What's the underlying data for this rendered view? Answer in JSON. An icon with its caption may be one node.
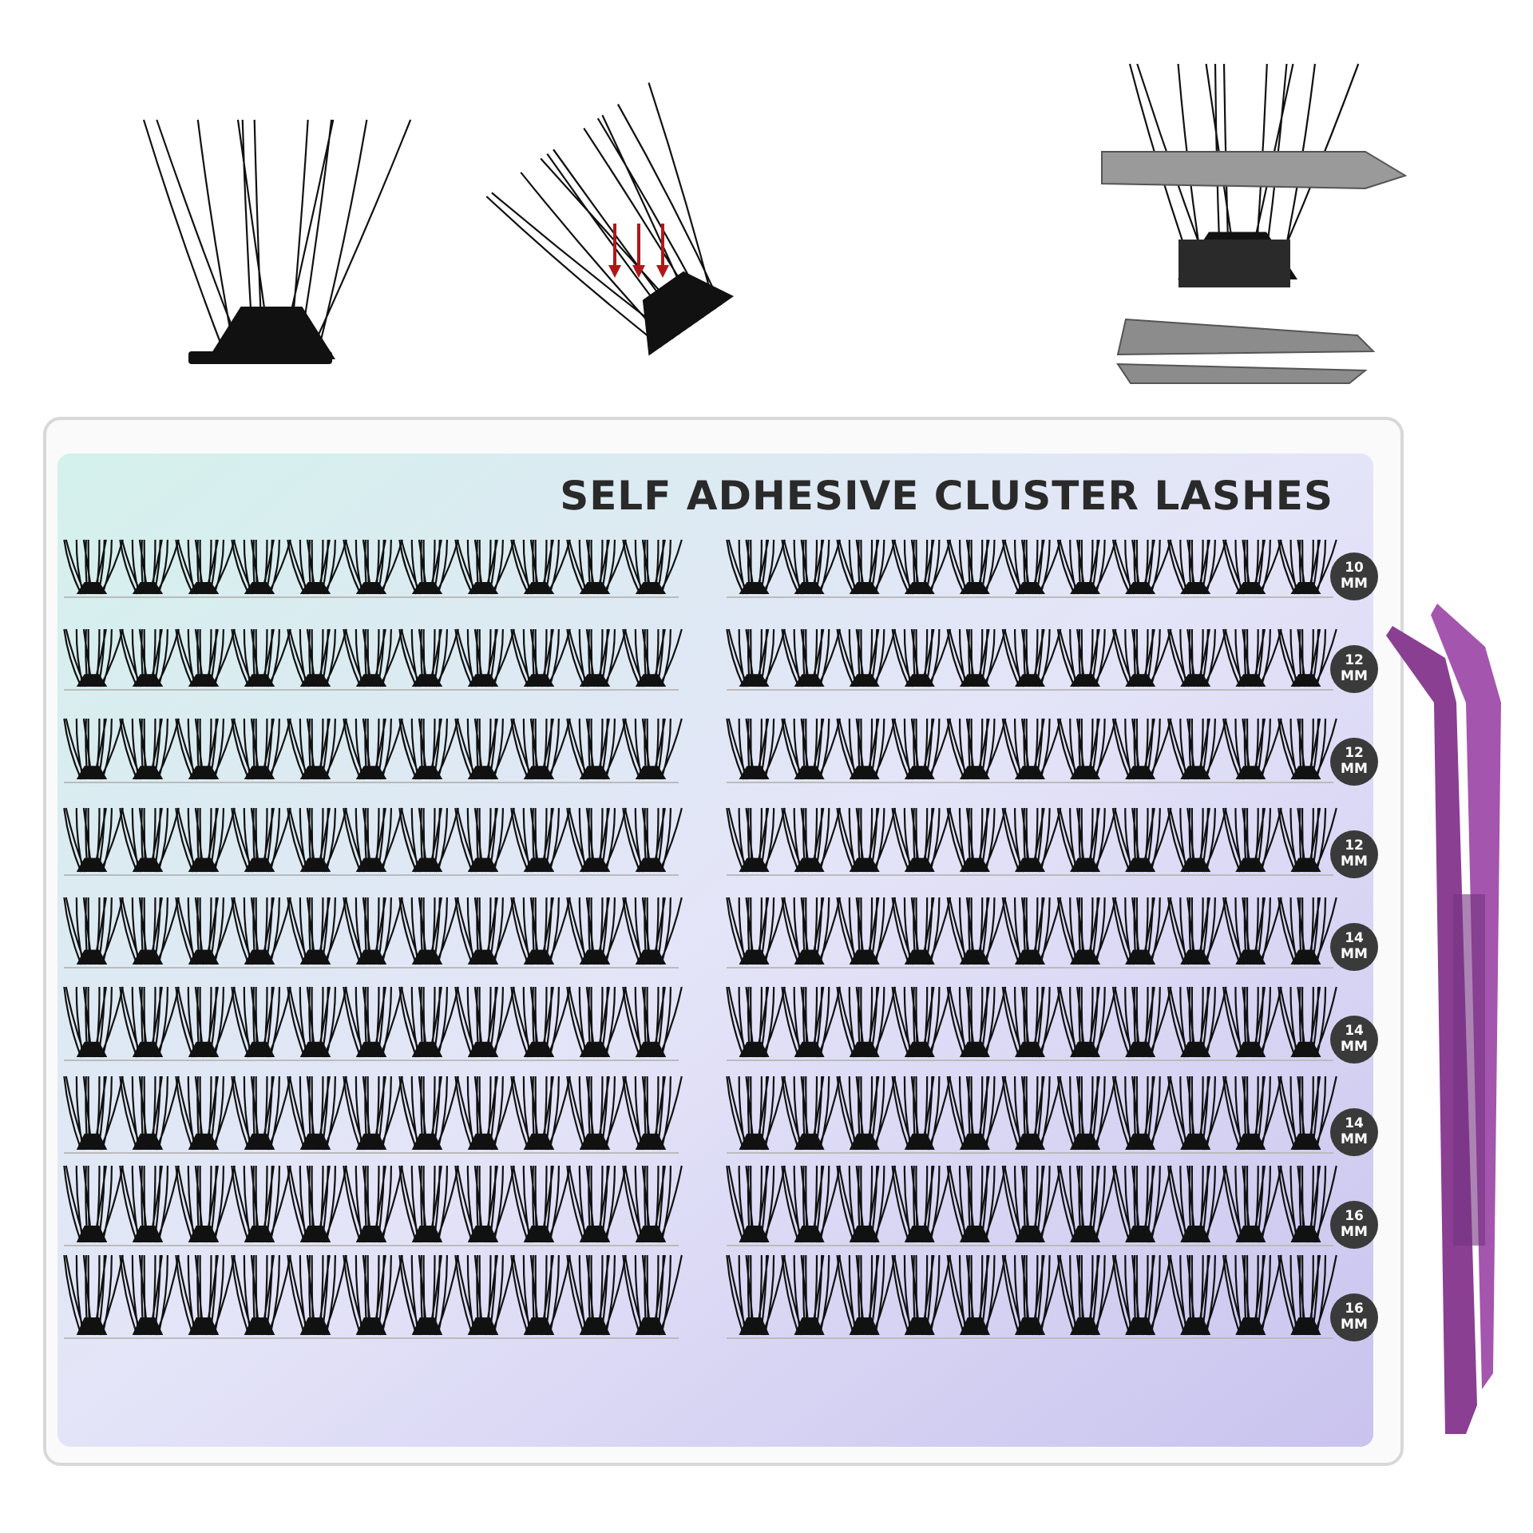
{
  "diagram": {
    "title": "SELF ADHESIVE CLUSTER LASHES",
    "labels": [
      "10 MM",
      "12 MM",
      "12 MM",
      "12 MM",
      "14 MM",
      "14 MM",
      "14 MM",
      "16 MM",
      "16 MM"
    ]
  }
}
